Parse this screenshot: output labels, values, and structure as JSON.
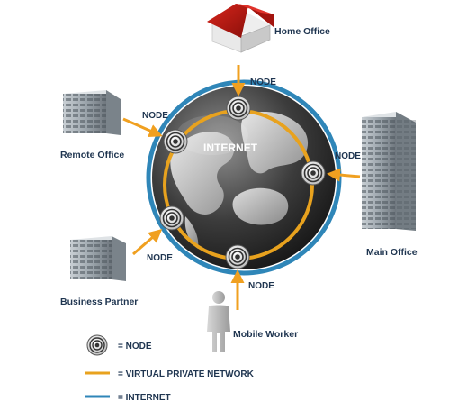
{
  "diagram": {
    "center_label": "INTERNET",
    "node_label": "NODE",
    "locations": {
      "home_office": "Home Office",
      "remote_office": "Remote Office",
      "main_office": "Main Office",
      "business_partner": "Business Partner",
      "mobile_worker": "Mobile Worker"
    },
    "legend": {
      "node": "= NODE",
      "vpn": "= VIRTUAL PRIVATE NETWORK",
      "internet": "= INTERNET"
    },
    "colors": {
      "vpn": "#e8a21e",
      "internet": "#2f86b8",
      "label": "#1f3550",
      "arrow": "#f0a020"
    }
  }
}
